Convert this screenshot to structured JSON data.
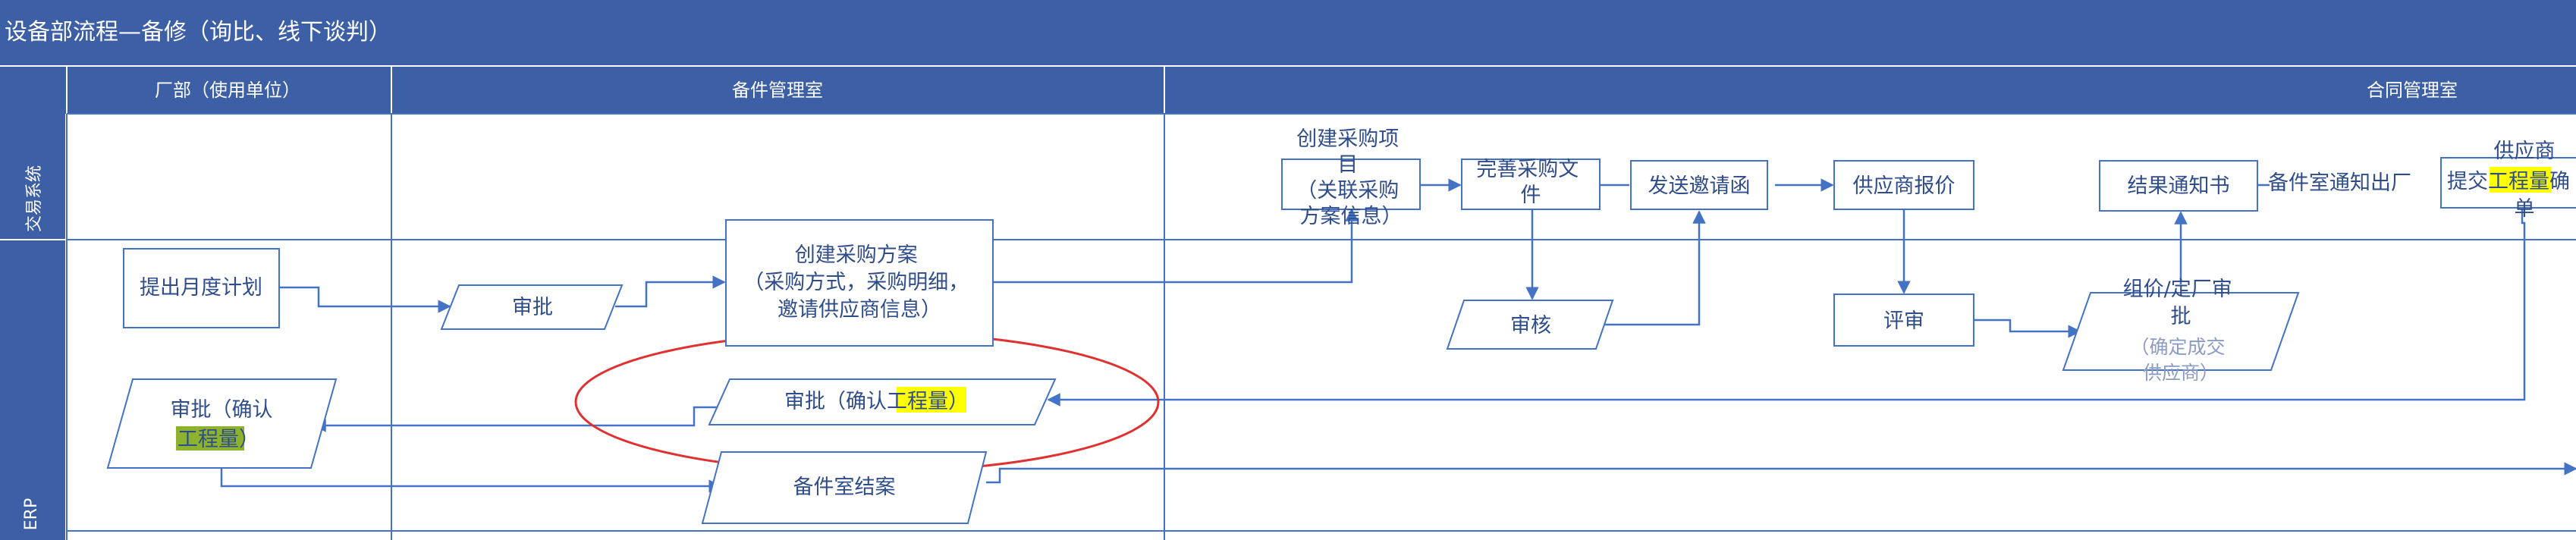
{
  "title": "设备部流程—备修（询比、线下谈判）",
  "lanes": {
    "columns": [
      "厂部（使用单位）",
      "备件管理室",
      "合同管理室"
    ],
    "rows": [
      "交易系统",
      "ERP"
    ]
  },
  "nodes": {
    "create_project": [
      "创建采购项",
      "目",
      "（关联采购",
      "方案信息）"
    ],
    "improve_doc": [
      "完善采购文",
      "件"
    ],
    "send_invite": [
      "发送邀请函"
    ],
    "supplier_quote": [
      "供应商报价"
    ],
    "result_notice": [
      "结果通知书"
    ],
    "notify_factory": [
      "备件室通知出厂"
    ],
    "submit_supplier": {
      "line1": "供应商",
      "line2_pre": "提交",
      "line2_hl": "工程量",
      "line2_post": "确",
      "line3": "单"
    },
    "monthly_plan": [
      "提出月度计划"
    ],
    "approve1": [
      "审批"
    ],
    "create_plan": [
      "创建采购方案",
      "（采购方式，采购明细，",
      "邀请供应商信息）"
    ],
    "review": [
      "审核"
    ],
    "evaluate": [
      "评审"
    ],
    "group_approve": [
      "组价/定厂审",
      "批",
      "（确定成交",
      "供应商）"
    ],
    "approve_confirm_factory": {
      "line1": "审批（确认",
      "line2_hl": "工程量",
      "line2_post": "）"
    },
    "approve_confirm_room": {
      "pre": "审批（确认",
      "hl": "工程量",
      "post": "）"
    },
    "close_case": [
      "备件室结案"
    ]
  },
  "colors": {
    "header_bg": "#3c5fa6",
    "lane_header_bg": "#3c5fa6",
    "line": "#4472c4",
    "text": "#2f4d8a",
    "highlight": "#ffff00",
    "highlight_dark": "#8db32e",
    "ellipse": "#e03030"
  }
}
